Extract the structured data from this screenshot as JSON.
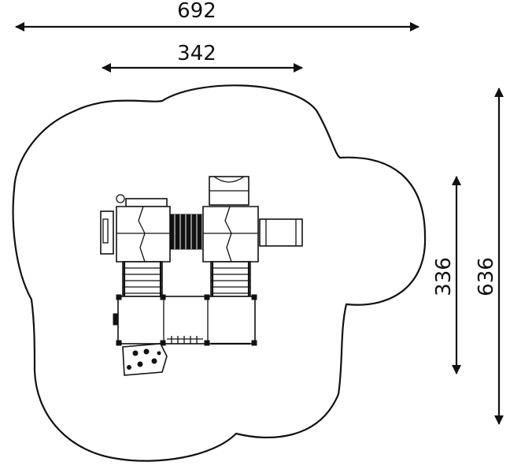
{
  "dimensions": {
    "total_width": "692",
    "equipment_width": "342",
    "equipment_depth": "336",
    "total_depth": "636"
  },
  "colors": {
    "line": "#111111",
    "background": "#ffffff"
  }
}
